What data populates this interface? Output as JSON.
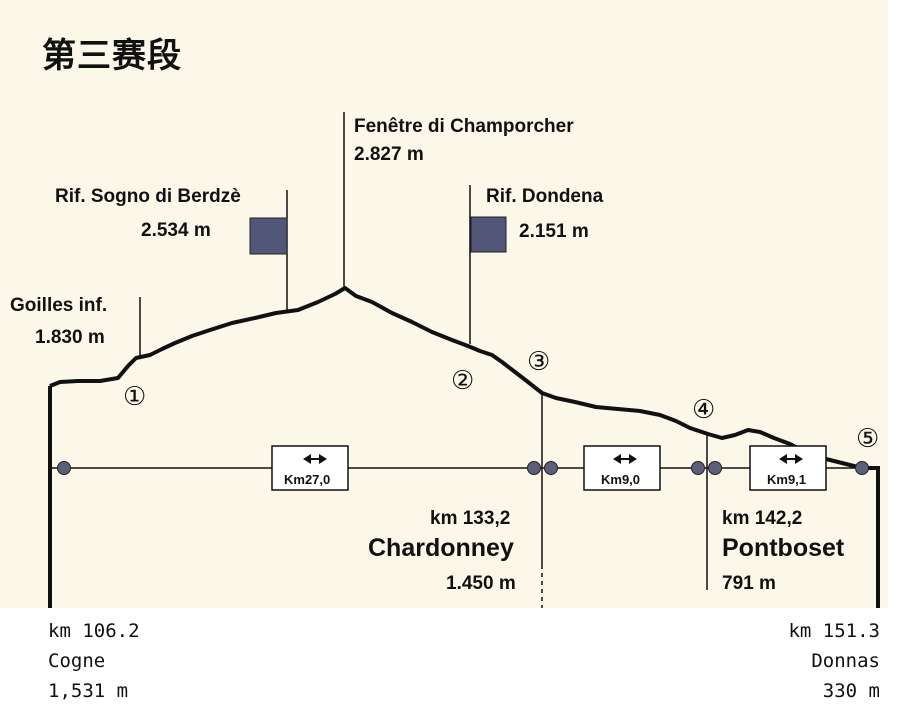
{
  "title": "第三赛段",
  "colors": {
    "panel_bg": "#fbf8ea",
    "line": "#111111",
    "node": "#5b6079",
    "flag": "#52577a"
  },
  "peaks": [
    {
      "name": "Goilles inf.",
      "elevation": "1.830 m"
    },
    {
      "name": "Rif. Sogno di Berdzè",
      "elevation": "2.534 m"
    },
    {
      "name": "Fenêtre di Champorcher",
      "elevation": "2.827 m"
    },
    {
      "name": "Rif. Dondena",
      "elevation": "2.151 m"
    }
  ],
  "checkpoints": [
    "①",
    "②",
    "③",
    "④",
    "⑤"
  ],
  "segments": [
    "Km27,0",
    "Km9,0",
    "Km9,1"
  ],
  "stations": [
    {
      "km": "km 133,2",
      "name": "Chardonney",
      "elevation": "1.450 m"
    },
    {
      "km": "km 142,2",
      "name": "Pontboset",
      "elevation": "791 m"
    }
  ],
  "start": {
    "km": "km 106.2",
    "name": "Cogne",
    "elevation": "1,531 m"
  },
  "finish": {
    "km": "km 151.3",
    "name": "Donnas",
    "elevation": "330 m"
  }
}
